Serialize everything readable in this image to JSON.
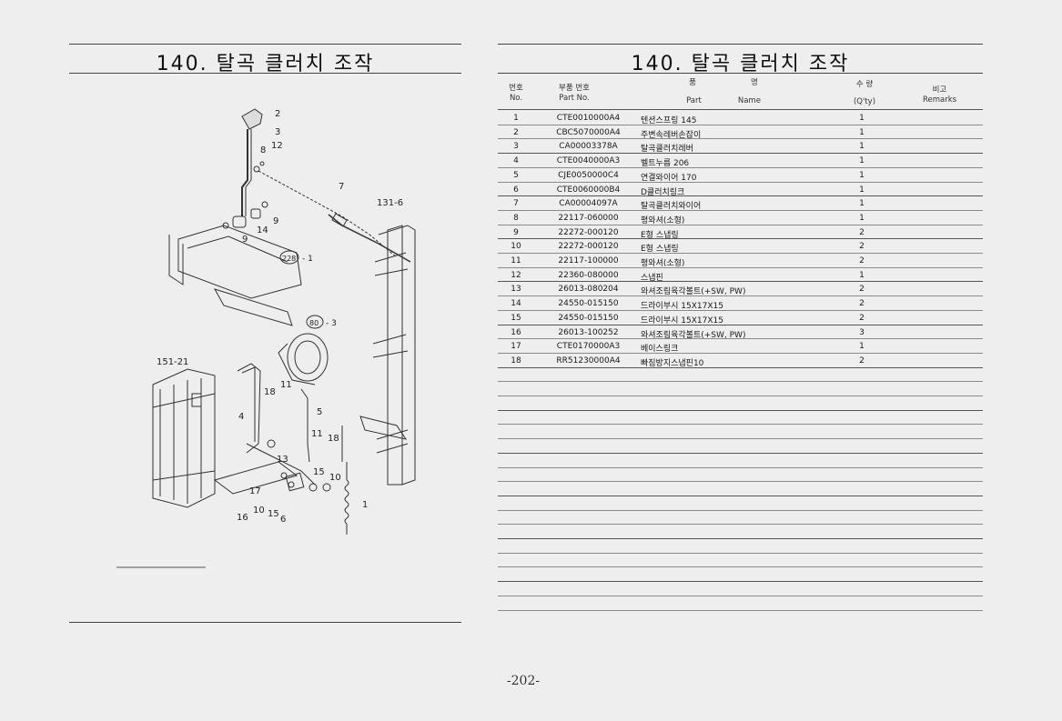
{
  "left_page": {
    "title": "140. 탈곡 클러치 조작",
    "callouts": {
      "c2": "2",
      "c3": "3",
      "c8": "8",
      "c12": "12",
      "c7": "7",
      "c131": "131-6",
      "c9a": "9",
      "c14": "14",
      "c9b": "9",
      "c228": "228",
      "c228s": "- 1",
      "c80": "80",
      "c80s": "- 3",
      "c151": "151-21",
      "c11a": "11",
      "c18a": "18",
      "c5": "5",
      "c4": "4",
      "c11b": "11",
      "c18b": "18",
      "c13": "13",
      "c15a": "15",
      "c10a": "10",
      "c17": "17",
      "c10b": "10",
      "c15b": "15",
      "c6": "6",
      "c16": "16",
      "c1": "1"
    }
  },
  "right_page": {
    "title": "140. 탈곡 클러치 조작",
    "headers": {
      "no_kr": "번호",
      "no_en": "No.",
      "part_kr": "부품 번호",
      "part_en": "Part   No.",
      "name_kr1": "품",
      "name_kr2": "명",
      "name_en1": "Part",
      "name_en2": "Name",
      "qty_kr": "수  량",
      "qty_en": "(Q'ty)",
      "rem_kr": "비고",
      "rem_en": "Remarks"
    },
    "rows": [
      {
        "no": "1",
        "part": "CTE0010000A4",
        "name": "텐션스프링 145",
        "qty": "1"
      },
      {
        "no": "2",
        "part": "CBC5070000A4",
        "name": "주변속레버손잡이",
        "qty": "1"
      },
      {
        "no": "3",
        "part": "CA00003378A",
        "name": "탈곡클러치레버",
        "qty": "1"
      },
      {
        "no": "4",
        "part": "CTE0040000A3",
        "name": "벨트누름 206",
        "qty": "1"
      },
      {
        "no": "5",
        "part": "CJE0050000C4",
        "name": "연결와이어 170",
        "qty": "1"
      },
      {
        "no": "6",
        "part": "CTE0060000B4",
        "name": "D클러치링크",
        "qty": "1"
      },
      {
        "no": "7",
        "part": "CA00004097A",
        "name": "탈곡클러치와이어",
        "qty": "1"
      },
      {
        "no": "8",
        "part": "22117-060000",
        "name": "평와셔(소형)",
        "qty": "1"
      },
      {
        "no": "9",
        "part": "22272-000120",
        "name": "E형 스냅링",
        "qty": "2"
      },
      {
        "no": "10",
        "part": "22272-000120",
        "name": "E형 스냅링",
        "qty": "2"
      },
      {
        "no": "11",
        "part": "22117-100000",
        "name": "평와셔(소형)",
        "qty": "2"
      },
      {
        "no": "12",
        "part": "22360-080000",
        "name": "스냅핀",
        "qty": "1"
      },
      {
        "no": "13",
        "part": "26013-080204",
        "name": "와셔조림육각볼트(+SW, PW)",
        "qty": "2"
      },
      {
        "no": "14",
        "part": "24550-015150",
        "name": "드라이부시 15X17X15",
        "qty": "2"
      },
      {
        "no": "15",
        "part": "24550-015150",
        "name": "드라이부시 15X17X15",
        "qty": "2"
      },
      {
        "no": "16",
        "part": "26013-100252",
        "name": "와셔조림육각볼트(+SW, PW)",
        "qty": "3"
      },
      {
        "no": "17",
        "part": "CTE0170000A3",
        "name": "베이스링크",
        "qty": "1"
      },
      {
        "no": "18",
        "part": "RR51230000A4",
        "name": "빠짐방지스냅핀10",
        "qty": "2"
      }
    ]
  },
  "page_number": "-202-"
}
